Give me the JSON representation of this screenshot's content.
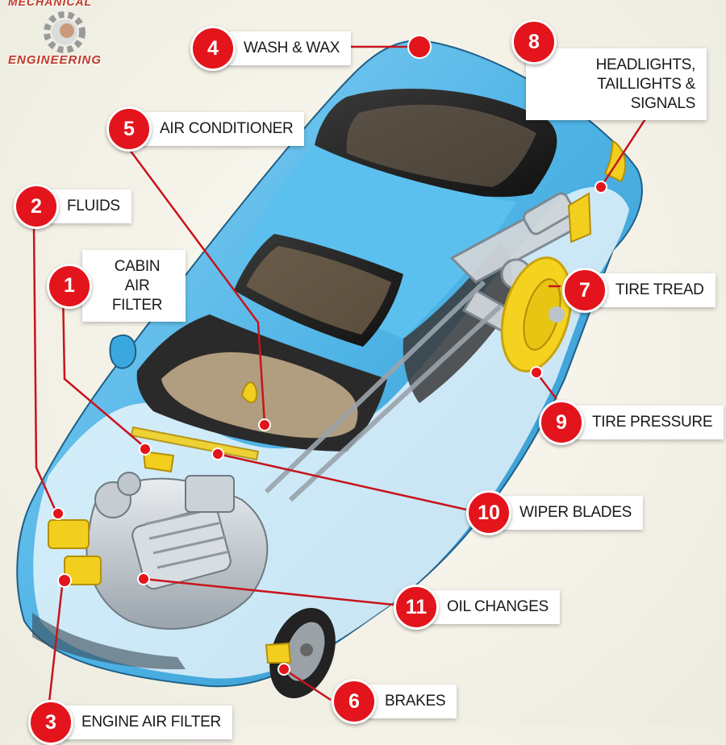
{
  "logo": {
    "top_text": "MECHANICAL",
    "bottom_text": "ENGINEERING"
  },
  "callouts": [
    {
      "number": "1",
      "label": "CABIN\nAIR FILTER"
    },
    {
      "number": "2",
      "label": "FLUIDS"
    },
    {
      "number": "3",
      "label": "ENGINE AIR FILTER"
    },
    {
      "number": "4",
      "label": "WASH & WAX"
    },
    {
      "number": "5",
      "label": "AIR CONDITIONER"
    },
    {
      "number": "6",
      "label": "BRAKES"
    },
    {
      "number": "7",
      "label": "TIRE TREAD"
    },
    {
      "number": "8",
      "label": "HEADLIGHTS,\nTAILLIGHTS & SIGNALS"
    },
    {
      "number": "9",
      "label": "TIRE PRESSURE"
    },
    {
      "number": "10",
      "label": "WIPER BLADES"
    },
    {
      "number": "11",
      "label": "OIL CHANGES"
    }
  ],
  "colors": {
    "badge": "#e3141c",
    "car_body": "#4fb4e6",
    "highlight": "#f2cf1f",
    "leader_line": "#c8141c"
  }
}
